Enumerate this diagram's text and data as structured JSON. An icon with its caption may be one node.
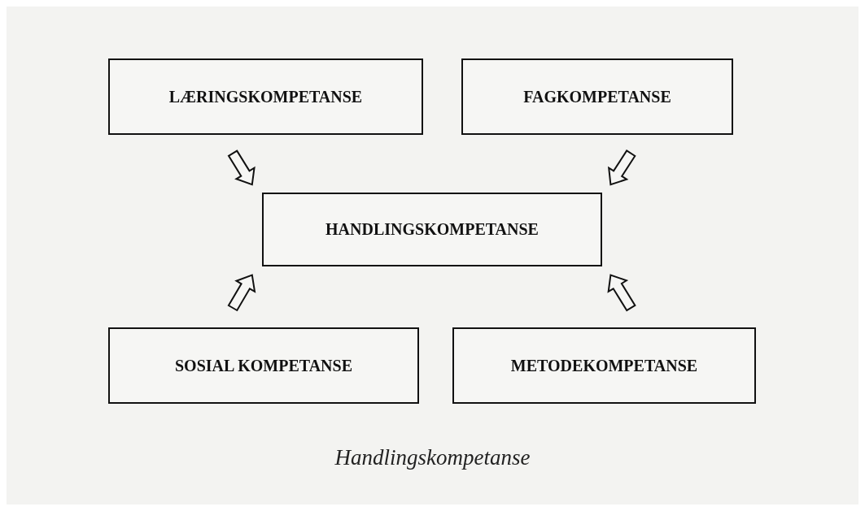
{
  "diagram": {
    "caption": "Handlingskompetanse",
    "nodes": [
      {
        "text": [
          "LÆRINGSKOMPETANSE"
        ]
      },
      {
        "text": [
          "FAGKOMPETANSE"
        ]
      },
      {
        "text": [
          "HANDLINGSKOMPETANSE"
        ]
      },
      {
        "text": [
          "SOSIAL KOMPETANSE"
        ]
      },
      {
        "text": [
          "METODEKOMPETANSE"
        ]
      }
    ],
    "edges": [
      {
        "from": 0,
        "to": 2,
        "arrow": "to"
      },
      {
        "from": 1,
        "to": 2,
        "arrow": "to"
      },
      {
        "from": 3,
        "to": 2,
        "arrow": "to"
      },
      {
        "from": 4,
        "to": 2,
        "arrow": "to"
      }
    ]
  }
}
